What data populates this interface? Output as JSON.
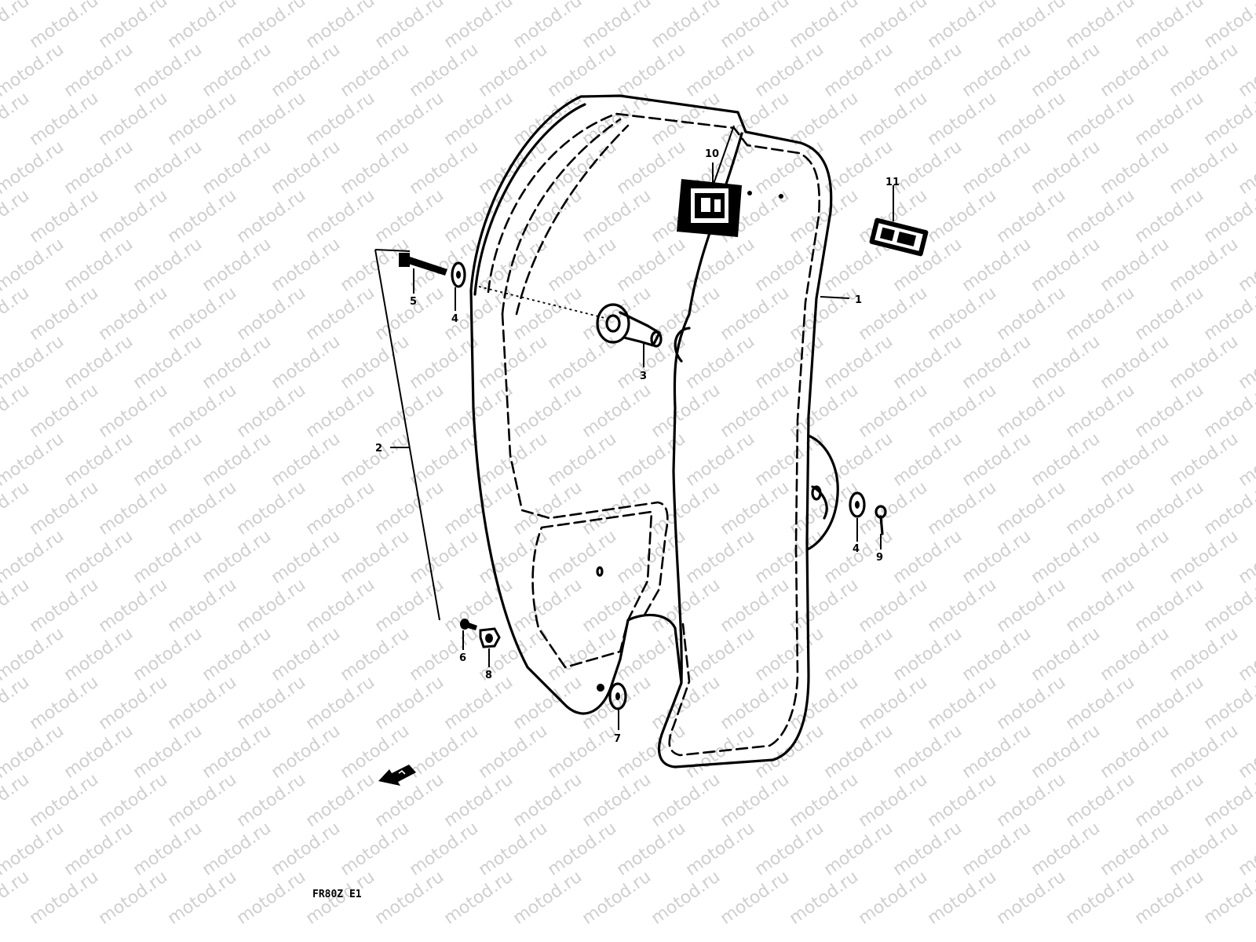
{
  "watermark": {
    "text": "motod.ru",
    "color": "#cfcfcf"
  },
  "diagram": {
    "caption": "FR80Z E1",
    "parts": [
      "1",
      "2",
      "3",
      "4",
      "4",
      "5",
      "6",
      "7",
      "8",
      "9",
      "10",
      "11"
    ]
  },
  "icons": [
    "front-direction-arrow-icon",
    "label-plate-icon",
    "emblem-icon"
  ]
}
